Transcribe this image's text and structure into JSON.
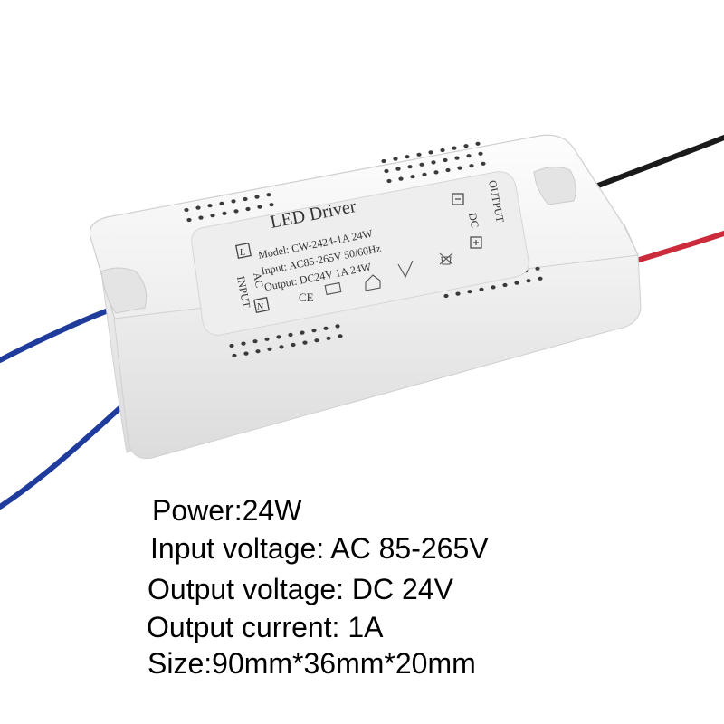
{
  "label": {
    "title": "LED Driver",
    "model": "Model: CW-2424-1A 24W",
    "input": "Input: AC85-265V 50/60Hz",
    "output": "Output: DC24V 1A 24W",
    "input_side": "INPUT",
    "ac": "AC",
    "terminal_l": "L",
    "terminal_n": "N",
    "dc": "DC",
    "output_side": "OUTPUT",
    "ce_mark": "CE"
  },
  "specs": {
    "power": "Power:24W",
    "input_voltage": "Input voltage: AC 85-265V",
    "output_voltage": "Output voltage: DC 24V",
    "output_current": "Output current: 1A",
    "size": "Size:90mm*36mm*20mm"
  },
  "colors": {
    "case": "#f4f4f4",
    "wire_blue": "#1f3c9c",
    "wire_red": "#cc2b3b",
    "wire_black": "#1a1a1a"
  }
}
